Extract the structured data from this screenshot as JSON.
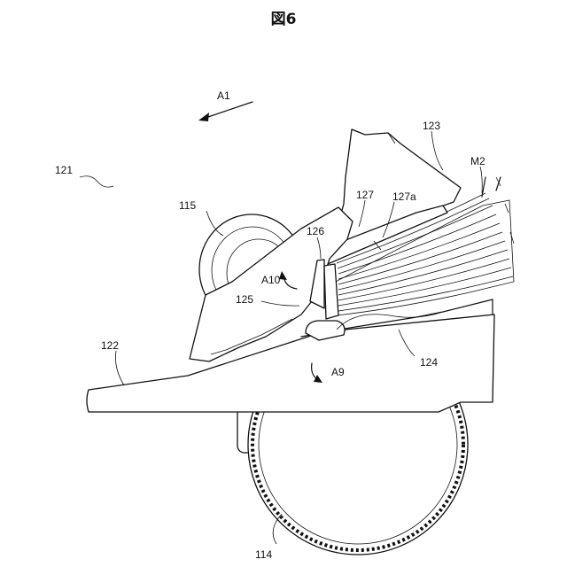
{
  "figure_title": "図6",
  "labels": {
    "l121": "121",
    "l115": "115",
    "l122": "122",
    "l114": "114",
    "l123": "123",
    "lM2": "M2",
    "l127": "127",
    "l127a": "127a",
    "l126": "126",
    "l125": "125",
    "l124": "124",
    "lA1": "A1",
    "lA9": "A9",
    "lA10": "A10"
  }
}
